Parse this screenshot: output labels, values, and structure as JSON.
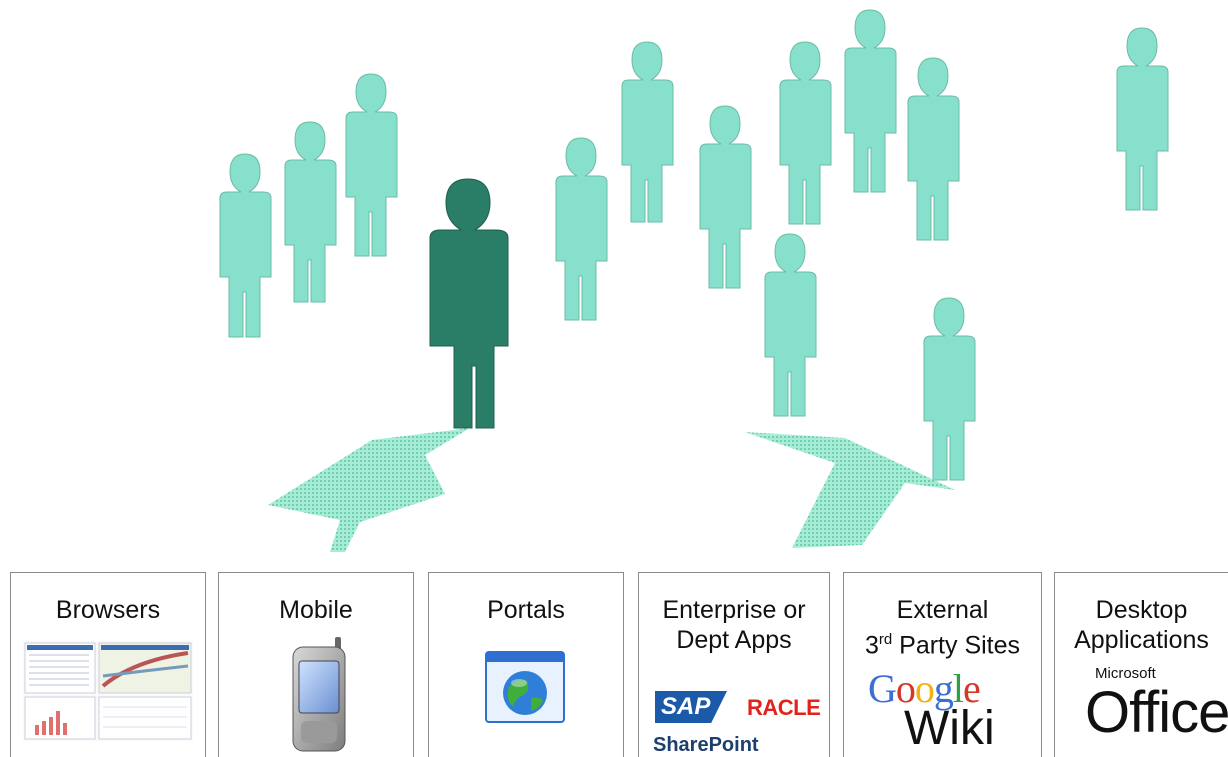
{
  "figure": {
    "people": {
      "highlighted_color": "#2a7d67",
      "crowd_color": "#86e0cb",
      "shadow_color": "#6fb9a6"
    },
    "arrow_color": "#8fe3c9"
  },
  "channels": [
    {
      "id": "browsers",
      "lines": [
        "Browsers"
      ],
      "icon": "browser-screens-icon"
    },
    {
      "id": "mobile",
      "lines": [
        "Mobile"
      ],
      "icon": "mobile-phone-icon"
    },
    {
      "id": "portals",
      "lines": [
        "Portals"
      ],
      "icon": "globe-window-icon"
    },
    {
      "id": "enterprise",
      "lines": [
        "Enterprise or",
        "Dept Apps"
      ],
      "icon": "enterprise-logos-icon"
    },
    {
      "id": "external",
      "lines": [
        "External",
        "3rd Party Sites"
      ],
      "icon": "web-logos-icon"
    },
    {
      "id": "desktop",
      "lines": [
        "Desktop",
        "Applications"
      ],
      "icon": "office-logo-icon"
    }
  ],
  "logos": {
    "sap": "SAP",
    "oracle": "RACLE",
    "sharepoint": "SharePoint",
    "google": "Google",
    "wiki": "Wiki",
    "microsoft": "Microsoft",
    "office": "Office"
  }
}
